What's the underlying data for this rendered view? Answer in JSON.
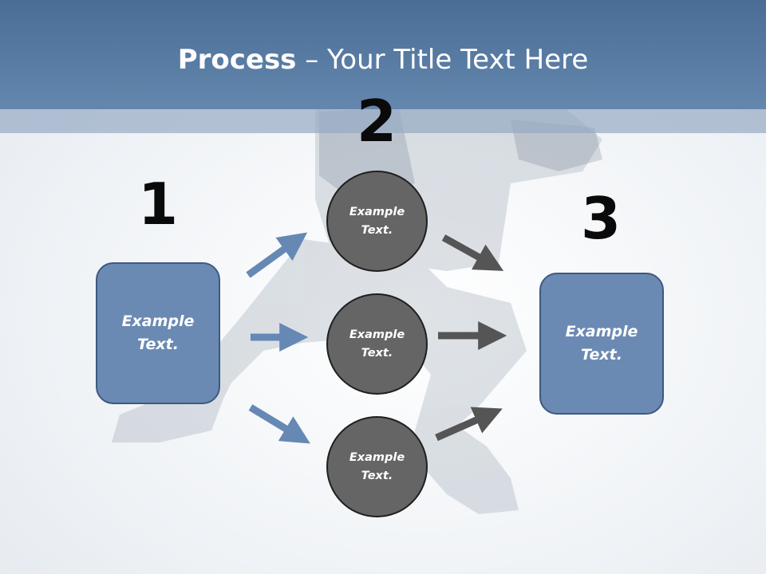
{
  "title": {
    "bold": "Process",
    "rest": " – Your Title Text Here"
  },
  "steps": {
    "one": "1",
    "two": "2",
    "three": "3"
  },
  "left_box": {
    "text": "Example\nText."
  },
  "right_box": {
    "text": "Example\nText."
  },
  "circles": [
    {
      "text": "Example\nText."
    },
    {
      "text": "Example\nText."
    },
    {
      "text": "Example\nText."
    }
  ],
  "colors": {
    "title_bar": "#5878a0",
    "box_fill": "#6b8ab3",
    "box_border": "#3d5a7f",
    "circle_fill": "#656565",
    "circle_border": "#1f1f1f",
    "blue_arrow": "#6688b4",
    "gray_arrow": "#555555"
  }
}
